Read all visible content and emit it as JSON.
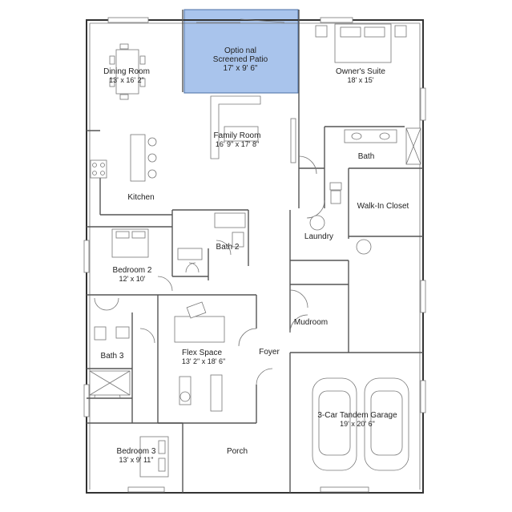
{
  "colors": {
    "patio_fill": "#a9c4ec",
    "wall": "#555555",
    "background": "#ffffff"
  },
  "rooms": {
    "dining": {
      "name": "Dining Room",
      "dims": "13' x 16' 2\""
    },
    "patio": {
      "line1": "Optio nal",
      "line2": "Screened Patio",
      "dims": "17' x 9' 6\""
    },
    "owners": {
      "name": "Owner's Suite",
      "dims": "18' x 15'"
    },
    "family": {
      "name": "Family Room",
      "dims": "16' 9\" x 17' 8\""
    },
    "bath": {
      "name": "Bath"
    },
    "kitchen": {
      "name": "Kitchen"
    },
    "closet": {
      "name": "Walk-In Closet"
    },
    "laundry": {
      "name": "Laundry"
    },
    "bath2": {
      "name": "Bath 2"
    },
    "bedroom2": {
      "name": "Bedroom 2",
      "dims": "12' x 10'"
    },
    "mudroom": {
      "name": "Mudroom"
    },
    "bath3": {
      "name": "Bath 3"
    },
    "flex": {
      "name": "Flex Space",
      "dims": "13' 2\" x 18' 6\""
    },
    "foyer": {
      "name": "Foyer"
    },
    "garage": {
      "name": "3-Car Tandem Garage",
      "dims": "19' x 20' 6\""
    },
    "bedroom3": {
      "name": "Bedroom 3",
      "dims": "13' x 9' 11\""
    },
    "porch": {
      "name": "Porch"
    }
  }
}
